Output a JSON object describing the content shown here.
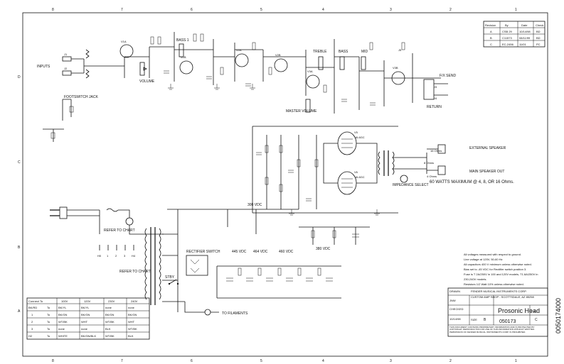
{
  "frame": {
    "top_ticks": [
      "8",
      "7",
      "6",
      "5",
      "4",
      "3",
      "2",
      "1"
    ],
    "bottom_ticks": [
      "8",
      "7",
      "6",
      "5",
      "4",
      "3",
      "2",
      "1"
    ],
    "side_ticks": [
      "D",
      "C",
      "B",
      "A"
    ],
    "part_number_vertical": "0050174000"
  },
  "revision_table": {
    "headers": [
      "Revision",
      "By",
      "Date",
      "Check"
    ],
    "rows": [
      [
        "A",
        "CSB 29",
        "10/14/98",
        "BD"
      ],
      [
        "B",
        "C11573",
        "08/11/99",
        "BD"
      ],
      [
        "C",
        "EC-2456",
        "11/01",
        "PC"
      ]
    ]
  },
  "preamp": {
    "inputs_label": "INPUTS",
    "footswitch_label": "FOOTSWITCH JACK",
    "volume_label": "VOLUME",
    "bass1_label": "BASS 1",
    "treble_label": "TREBLE",
    "bass_label": "BASS",
    "mid_label": "MID",
    "master_volume_label": "MASTER VOLUME",
    "fx_send_label": "F/X SEND",
    "return_label": "RETURN",
    "tube_labels": [
      "V1A",
      "V1B",
      "V2A",
      "V2B",
      "V3A",
      "V3B"
    ],
    "jack_labels": [
      "J1",
      "J2",
      "J3",
      "J4",
      "J5"
    ]
  },
  "power_amp": {
    "ext_speaker_label": "EXTERNAL SPEAKER",
    "main_speaker_label": "MAIN SPEAKER OUT",
    "watts_label": "60 WATTS MAXIMUM @ 4, 8, OR 16 Ohms.",
    "impedance_label": "IMPEDANCE SELECT",
    "ohm_labels": [
      "16 Ohms",
      "8 Ohms",
      "4 Ohms"
    ],
    "tube_labels": [
      "V5",
      "V6",
      "6L6GC",
      "6L6GC"
    ]
  },
  "power_supply": {
    "refer_to_chart_1": "REFER TO CHART",
    "refer_to_chart_2": "REFER TO CHART",
    "tap_labels": [
      "H0",
      "1",
      "2",
      "3",
      "H4"
    ],
    "rectifier_label": "RECTIFIER SWITCH",
    "standby_label": "STBY",
    "to_filaments_label": "TO FILAMENTS",
    "voltage_labels": [
      "445 VDC",
      "464 VDC",
      "460 VDC",
      "380 VDC",
      "300 VDC"
    ]
  },
  "notes": [
    "All voltages measured with respect to ground.",
    "Line voltage at 120V, 50-60 Hz",
    "All capacitors 400 V minimum unless otherwise noted.",
    "Bias set to -45 VDC for Rectifier switch position 3.",
    "Fuse is T 2A/250V in 100 and 120V models, T1.6A/250V in",
    "230-240V models.",
    "Resistors 1/2 Watt 10% unless otherwise noted."
  ],
  "voltage_chart": {
    "headers": [
      "Connect To",
      "100V",
      "120V",
      "230V",
      "240V"
    ],
    "rows": [
      [
        "BK/RD",
        "To",
        "BK/YL",
        "BK/YL",
        "none",
        "none"
      ],
      [
        "1",
        "To",
        "BK/GN",
        "BK/GN",
        "BK/GN",
        "BK/GN"
      ],
      [
        "2",
        "To",
        "WT/BK",
        "WHT",
        "WT/BK",
        "WHT"
      ],
      [
        "3",
        "To",
        "none",
        "none",
        "BLK",
        "WT/BK"
      ],
      [
        "H2",
        "To",
        "WHITE",
        "BK/GN/BLK",
        "WT/BK",
        "BLK"
      ]
    ]
  },
  "title_block": {
    "company": "FENDER MUSICAL INSTRUMENTS CORP.",
    "address": "CUSTOM AMP SHOP - SCOTTSDALE, AZ 85258",
    "drawn_label": "DRAWN",
    "checked_label": "CHECKED",
    "drawn_by": "JNW",
    "date": "10/14/98",
    "title": "Prosonic Head",
    "doc_number": "050173",
    "sheet": "1 of 1",
    "rev": "C",
    "size_label": "SIZE",
    "size": "B",
    "proprietary_notice": "THIS DOCUMENT CONTAINS PROPRIETARY INFORMATION AND IS PROTECTED BY COPYRIGHT. REPRODUCTION OR USE OF THIS INFORMATION WITHOUT WRITTEN PERMISSION OF FENDER MUSICAL INSTRUMENTS CORP. IS PROHIBITED."
  }
}
